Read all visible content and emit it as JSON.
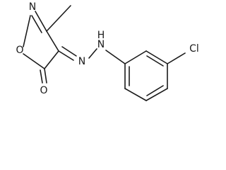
{
  "atoms": {
    "ring_n": "N",
    "ring_o": "O",
    "carbonyl_o": "O",
    "azo_n": "N",
    "nh_n": "N",
    "nh_h": "H",
    "chlorine": "Cl"
  },
  "colors": {
    "bond": "#1a1a1a",
    "label": "#1a1a1a",
    "background": "#ffffff"
  }
}
